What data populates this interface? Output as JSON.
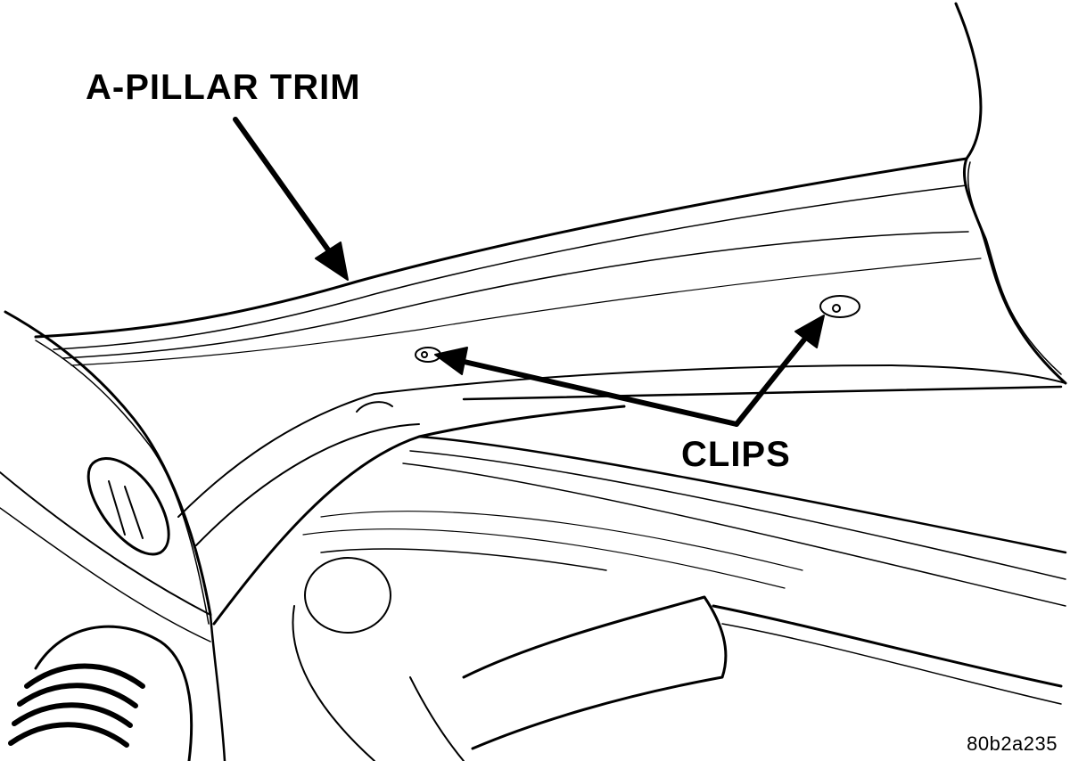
{
  "labels": {
    "pillar_trim": "A-PILLAR TRIM",
    "clips": "CLIPS",
    "figure_code": "80b2a235"
  },
  "colors": {
    "ink": "#000000",
    "paper": "#ffffff"
  }
}
